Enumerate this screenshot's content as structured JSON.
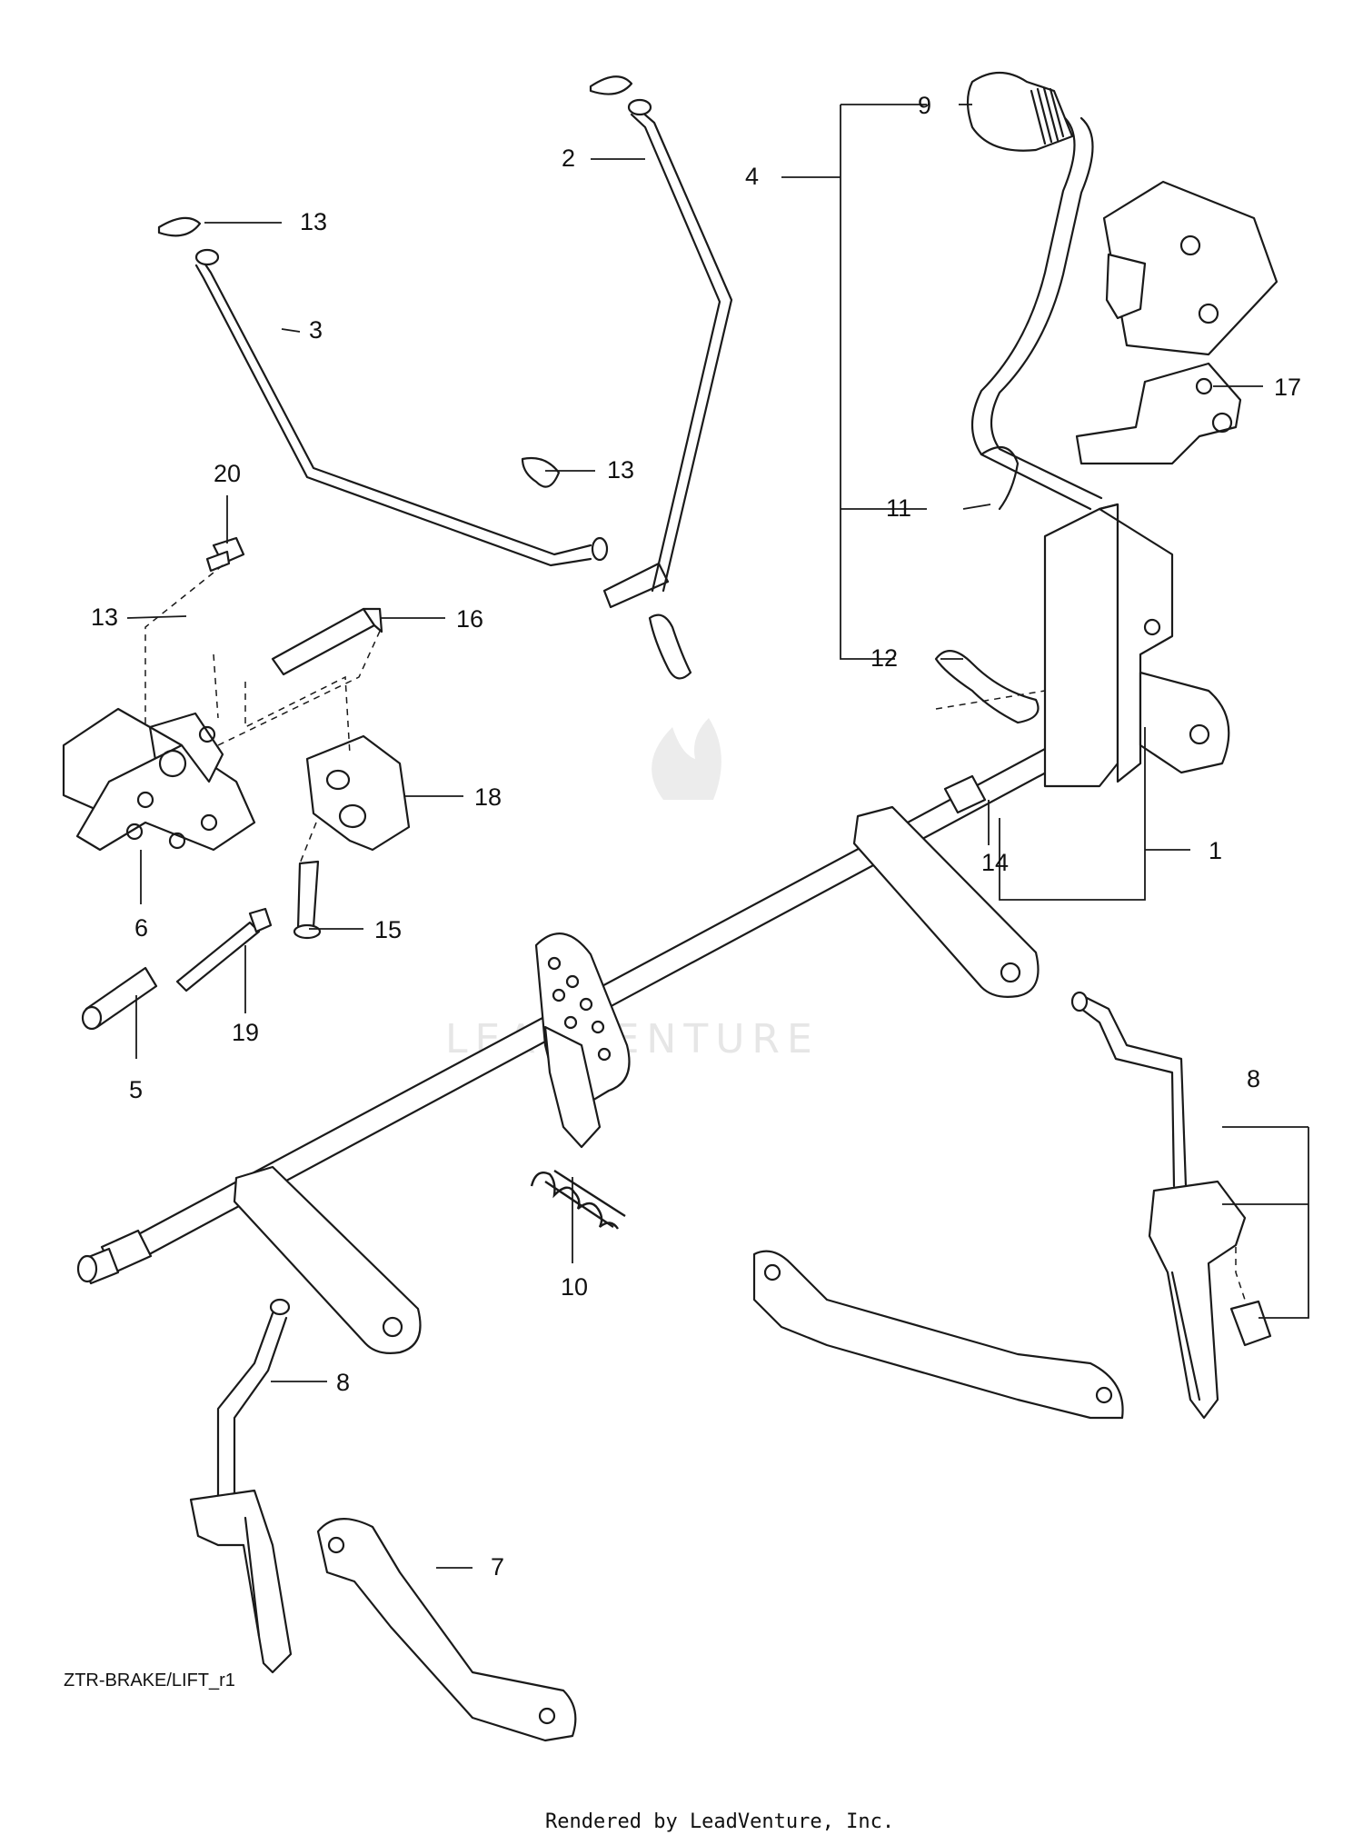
{
  "diagram": {
    "code": "ZTR-BRAKE/LIFT_r1",
    "credit": "Rendered by LeadVenture, Inc.",
    "watermark": "LEADVENTURE"
  },
  "callouts": [
    {
      "id": "1",
      "label": "1"
    },
    {
      "id": "2",
      "label": "2"
    },
    {
      "id": "3",
      "label": "3"
    },
    {
      "id": "4",
      "label": "4"
    },
    {
      "id": "5",
      "label": "5"
    },
    {
      "id": "6",
      "label": "6"
    },
    {
      "id": "7",
      "label": "7"
    },
    {
      "id": "8a",
      "label": "8"
    },
    {
      "id": "8b",
      "label": "8"
    },
    {
      "id": "9",
      "label": "9"
    },
    {
      "id": "10",
      "label": "10"
    },
    {
      "id": "11",
      "label": "11"
    },
    {
      "id": "12",
      "label": "12"
    },
    {
      "id": "13a",
      "label": "13"
    },
    {
      "id": "13b",
      "label": "13"
    },
    {
      "id": "13c",
      "label": "13"
    },
    {
      "id": "14",
      "label": "14"
    },
    {
      "id": "15",
      "label": "15"
    },
    {
      "id": "16",
      "label": "16"
    },
    {
      "id": "17",
      "label": "17"
    },
    {
      "id": "18",
      "label": "18"
    },
    {
      "id": "19",
      "label": "19"
    },
    {
      "id": "20",
      "label": "20"
    }
  ]
}
